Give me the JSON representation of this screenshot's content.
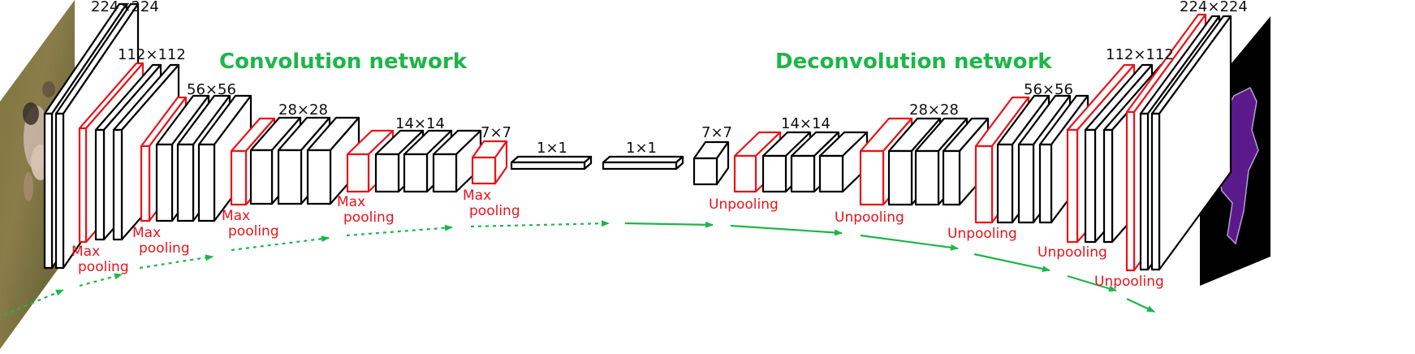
{
  "titles": {
    "left": "Convolution network",
    "right": "Deconvolution network"
  },
  "colors": {
    "title": "#1db648",
    "pool": "#e8141b",
    "layer": "#000000",
    "arrow": "#1db648",
    "mask_bg": "#000000",
    "mask_fg": "#5b1a8c"
  },
  "encoder": {
    "sizes": [
      "224×224",
      "112×112",
      "56×56",
      "28×28",
      "14×14",
      "7×7",
      "1×1"
    ],
    "pool_labels": [
      "Max\npooling",
      "Max\npooling",
      "Max\npooling",
      "Max\npooling",
      "Max\npooling"
    ]
  },
  "decoder": {
    "sizes": [
      "1×1",
      "7×7",
      "14×14",
      "28×28",
      "56×56",
      "112×112",
      "224×224"
    ],
    "unpool_labels": [
      "Unpooling",
      "Unpooling",
      "Unpooling",
      "Unpooling",
      "Unpooling"
    ]
  },
  "images": {
    "input": "dog photo (input image)",
    "output": "purple segmentation mask on black (output)"
  }
}
